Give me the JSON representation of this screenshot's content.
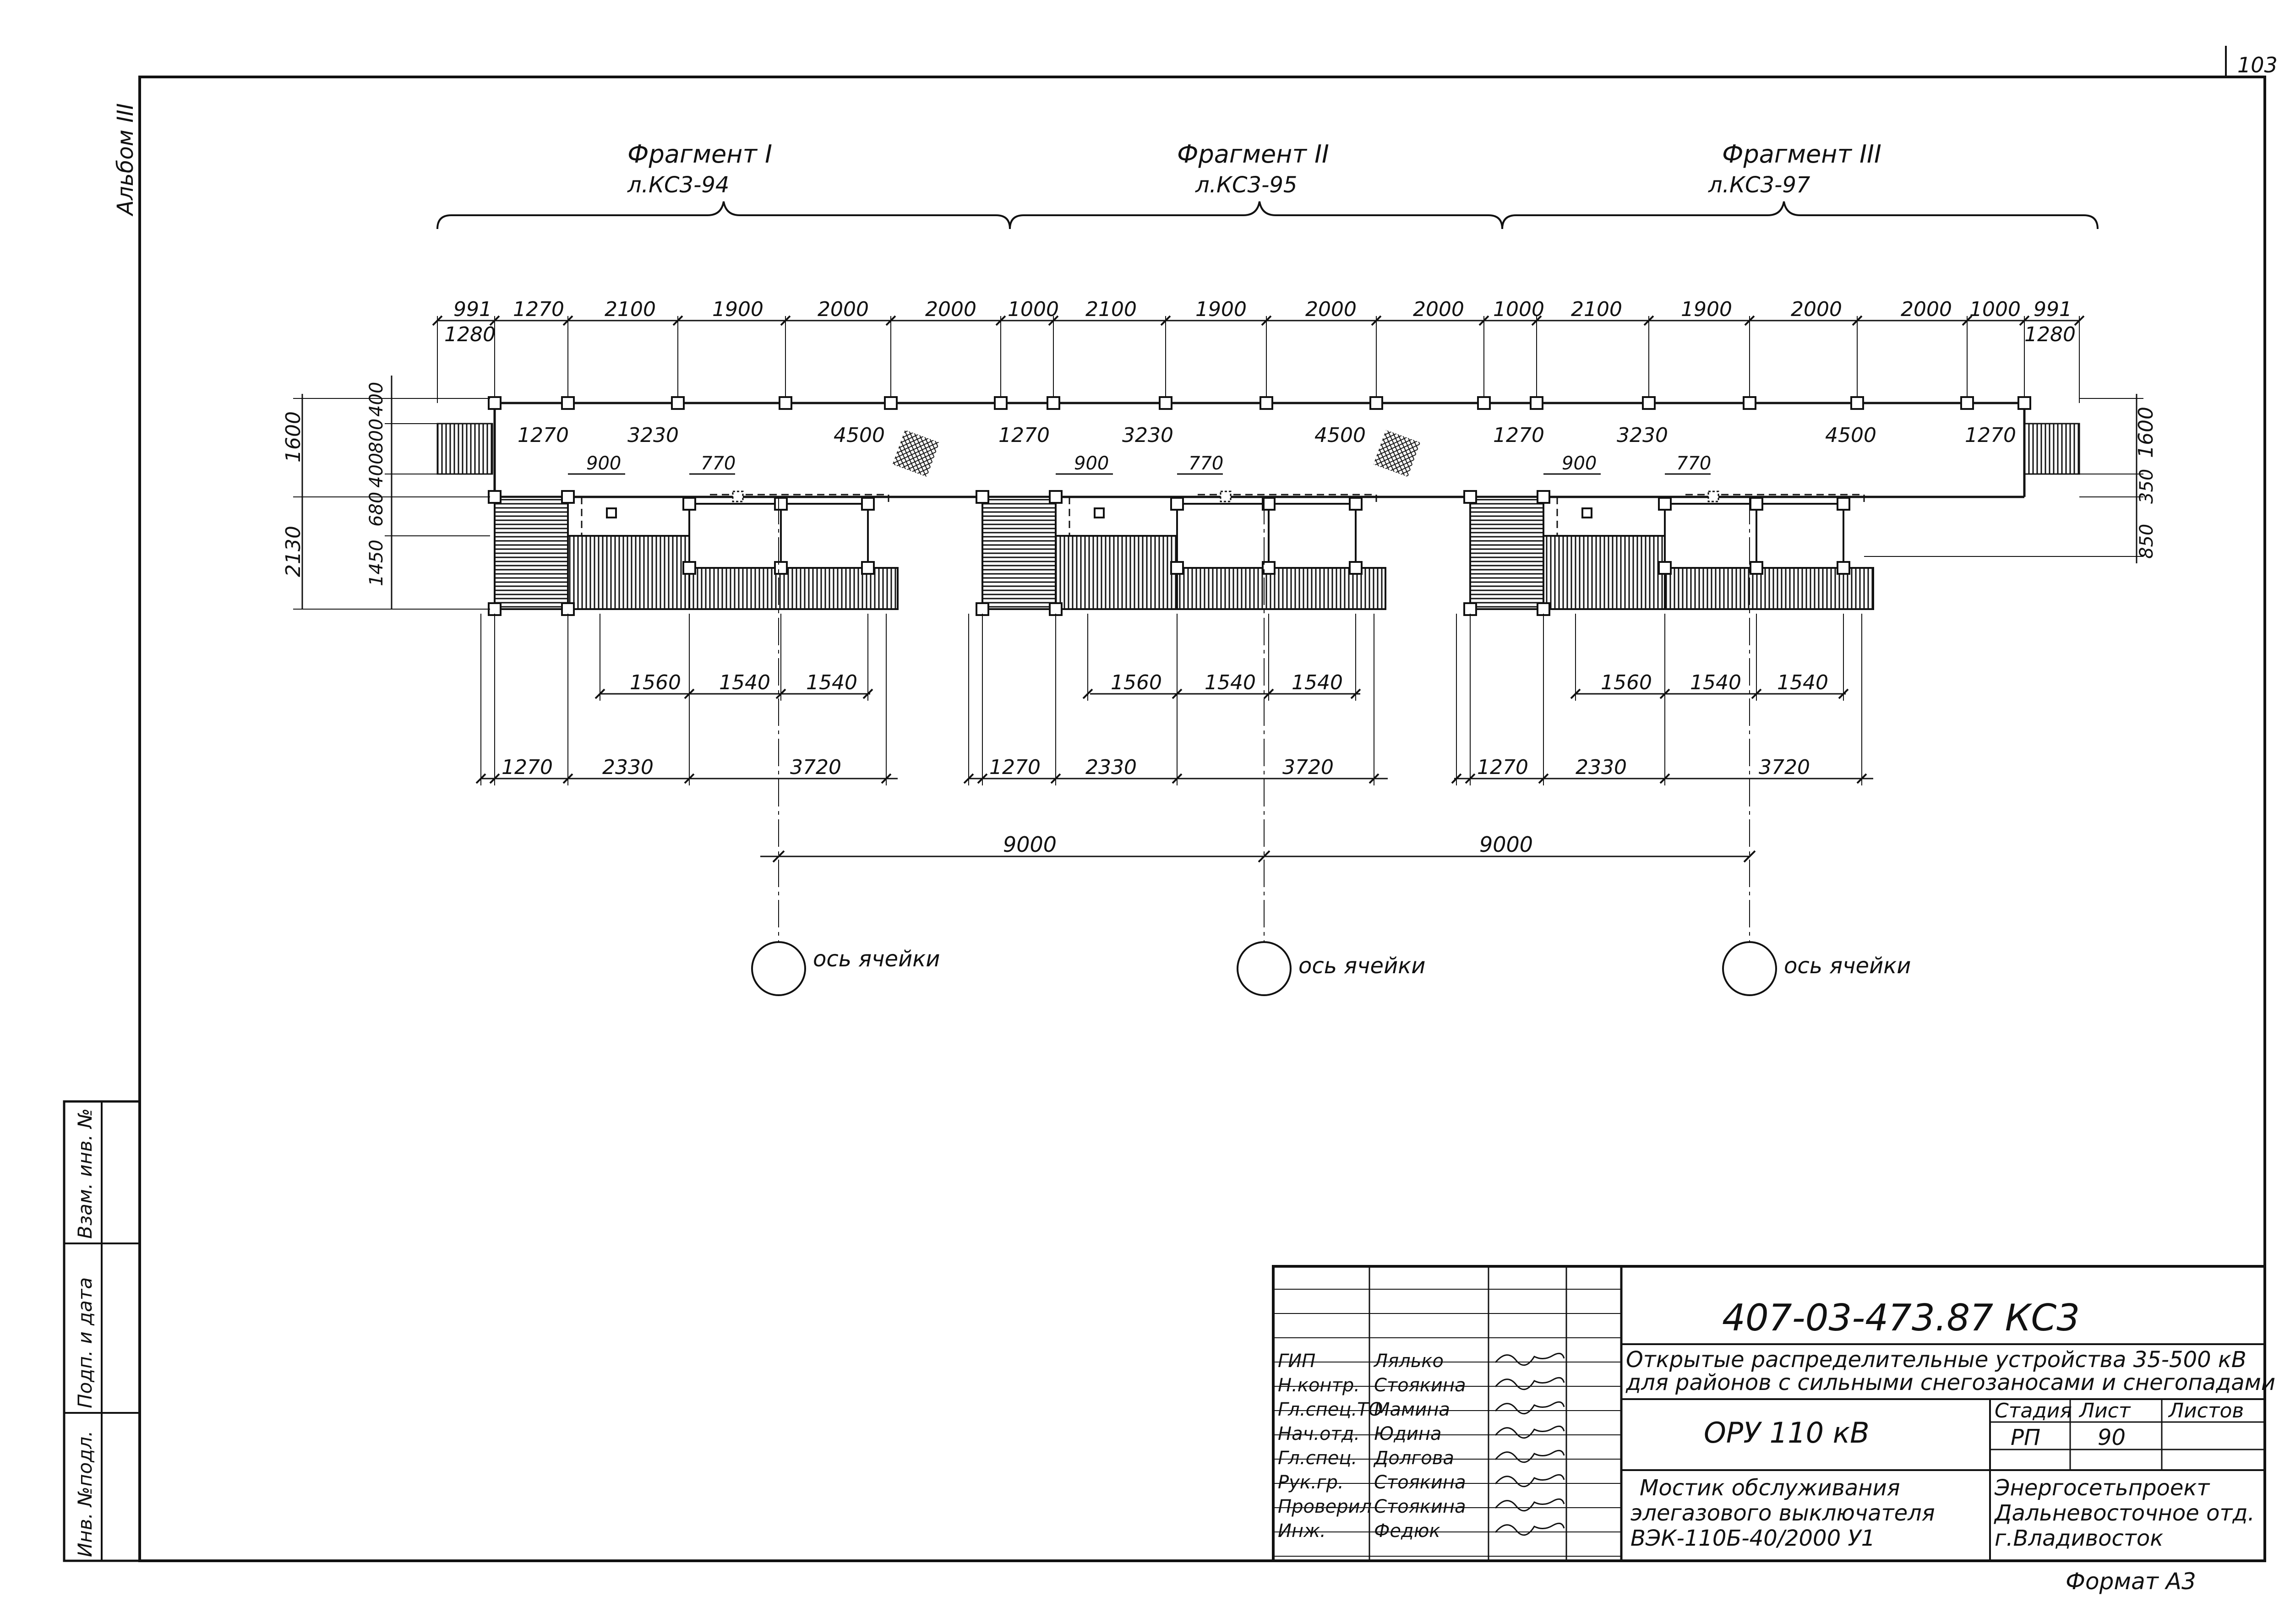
{
  "sheet": {
    "page_number": "103",
    "album_label": "Альбом III",
    "format_label": "Формат А3"
  },
  "fragments": [
    {
      "title": "Фрагмент I",
      "ref": "л.КС3-94"
    },
    {
      "title": "Фрагмент II",
      "ref": "л.КС3-95"
    },
    {
      "title": "Фрагмент III",
      "ref": "л.КС3-97"
    }
  ],
  "dimensions": {
    "top_row": [
      "991",
      "1270",
      "2100",
      "1900",
      "2000",
      "2000",
      "1000",
      "2100",
      "1900",
      "2000",
      "2000",
      "1000",
      "2100",
      "1900",
      "2000",
      "2000",
      "1000",
      "991"
    ],
    "top_sub_left": "1280",
    "top_sub_right": "1280",
    "inner_row": [
      "1270",
      "3230",
      "4500",
      "1270",
      "3230",
      "4500",
      "1270",
      "3230",
      "4500",
      "1270"
    ],
    "small_900": "900",
    "small_770": "770",
    "left_outer": [
      "1600",
      "2130"
    ],
    "left_inner": [
      "400",
      "800",
      "400",
      "680",
      "1450"
    ],
    "right_vertical": [
      "1600",
      "350",
      "850"
    ],
    "bottom_row1": [
      "1560",
      "1540",
      "1540"
    ],
    "bottom_row2": [
      "1270",
      "2330",
      "3720"
    ],
    "axis_spacing": [
      "9000",
      "9000"
    ]
  },
  "axis_label": "ось ячейки",
  "title_block": {
    "doc_code": "407-03-473.87  КС3",
    "project_title_1": "Открытые распределительные устройства 35-500 кВ",
    "project_title_2": "для районов с сильными снегозаносами и снегопадами",
    "object": "ОРУ  110 кВ",
    "sheet_title_1": "Мостик обслуживания",
    "sheet_title_2": "элегазового выключателя",
    "sheet_title_3": "ВЭК-110Б-40/2000 У1",
    "stage_header": "Стадия",
    "sheet_header": "Лист",
    "sheets_header": "Листов",
    "stage": "РП",
    "sheet_no": "90",
    "sheets_total": "",
    "org_1": "Энергосетьпроект",
    "org_2": "Дальневосточное отд.",
    "org_3": "г.Владивосток",
    "signers": [
      {
        "role": "ГИП",
        "name": "Лялько"
      },
      {
        "role": "Н.контр.",
        "name": "Стоякина"
      },
      {
        "role": "Гл.спец.ТО",
        "name": "Мамина"
      },
      {
        "role": "Нач.отд.",
        "name": "Юдина"
      },
      {
        "role": "Гл.спец.",
        "name": "Долгова"
      },
      {
        "role": "Рук.гр.",
        "name": "Стоякина"
      },
      {
        "role": "Проверил",
        "name": "Стоякина"
      },
      {
        "role": "Инж.",
        "name": "Федюк"
      }
    ]
  },
  "side_stamp": {
    "inv_podl": "Инв. №подл.",
    "podp_data": "Подп. и дата",
    "vzam_inv": "Взам. инв. №"
  }
}
